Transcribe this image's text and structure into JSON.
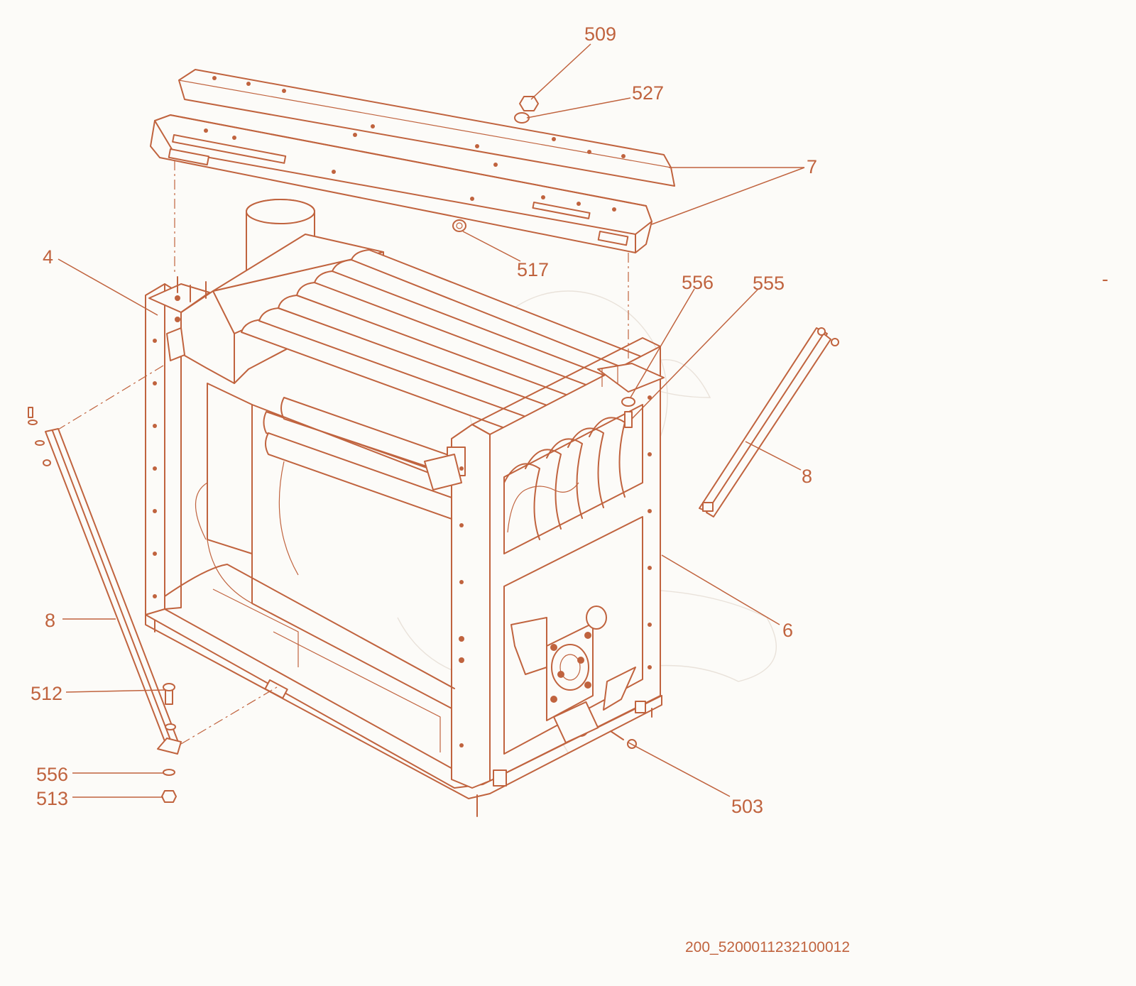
{
  "drawing": {
    "code": "200_5200011232100012",
    "stray_mark": "-"
  },
  "callouts": [
    {
      "id": "c-509",
      "text": "509"
    },
    {
      "id": "c-527",
      "text": "527"
    },
    {
      "id": "c-7",
      "text": "7"
    },
    {
      "id": "c-517",
      "text": "517"
    },
    {
      "id": "c-4",
      "text": "4"
    },
    {
      "id": "c-556-top",
      "text": "556"
    },
    {
      "id": "c-555",
      "text": "555"
    },
    {
      "id": "c-8-right",
      "text": "8"
    },
    {
      "id": "c-8-left",
      "text": "8"
    },
    {
      "id": "c-6",
      "text": "6"
    },
    {
      "id": "c-512",
      "text": "512"
    },
    {
      "id": "c-556-bottom",
      "text": "556"
    },
    {
      "id": "c-513",
      "text": "513"
    },
    {
      "id": "c-503",
      "text": "503"
    }
  ],
  "colors": {
    "line": "#c0633e",
    "background": "#fcfbf8"
  }
}
